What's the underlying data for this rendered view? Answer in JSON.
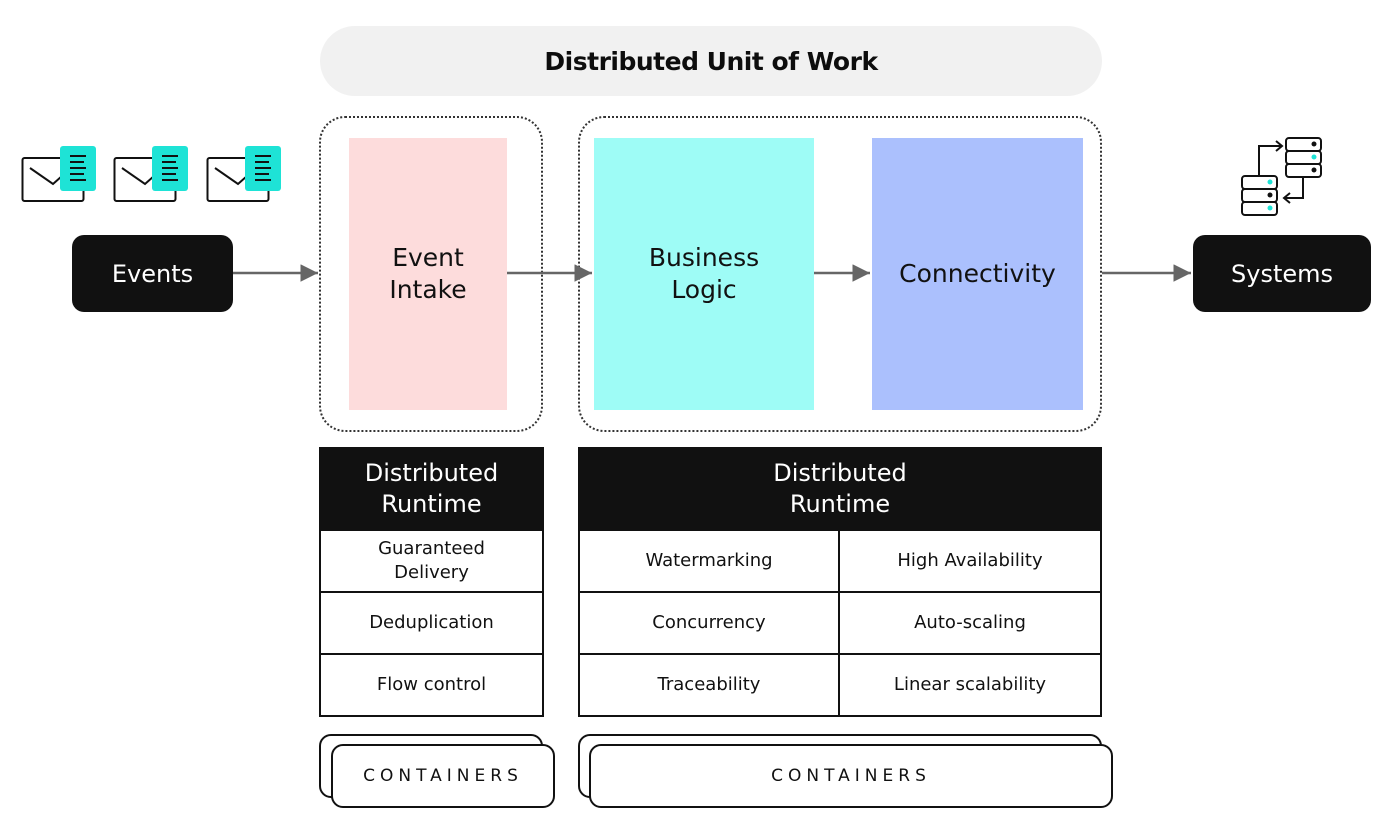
{
  "title": "Distributed Unit of Work",
  "source": {
    "label": "Events",
    "icon": "email-document-icon",
    "icon_count": 3
  },
  "target": {
    "label": "Systems",
    "icon": "server-sync-icon"
  },
  "stages": [
    {
      "label": "Event Intake",
      "color": "#fddcdc"
    },
    {
      "label": "Business Logic",
      "color": "#9efcf6"
    },
    {
      "label": "Connectivity",
      "color": "#abc0fd"
    }
  ],
  "runtimes": {
    "left": {
      "title": "Distributed Runtime",
      "features": [
        "Guaranteed Delivery",
        "Deduplication",
        "Flow control"
      ]
    },
    "right": {
      "title": "Distributed Runtime",
      "features": [
        "Watermarking",
        "High Availability",
        "Concurrency",
        "Auto-scaling",
        "Traceability",
        "Linear scalability"
      ]
    }
  },
  "containers": {
    "left": "CONTAINERS",
    "right": "CONTAINERS"
  },
  "colors": {
    "accent": "#1ee3d6",
    "dark": "#111111",
    "arrow": "#666666"
  }
}
